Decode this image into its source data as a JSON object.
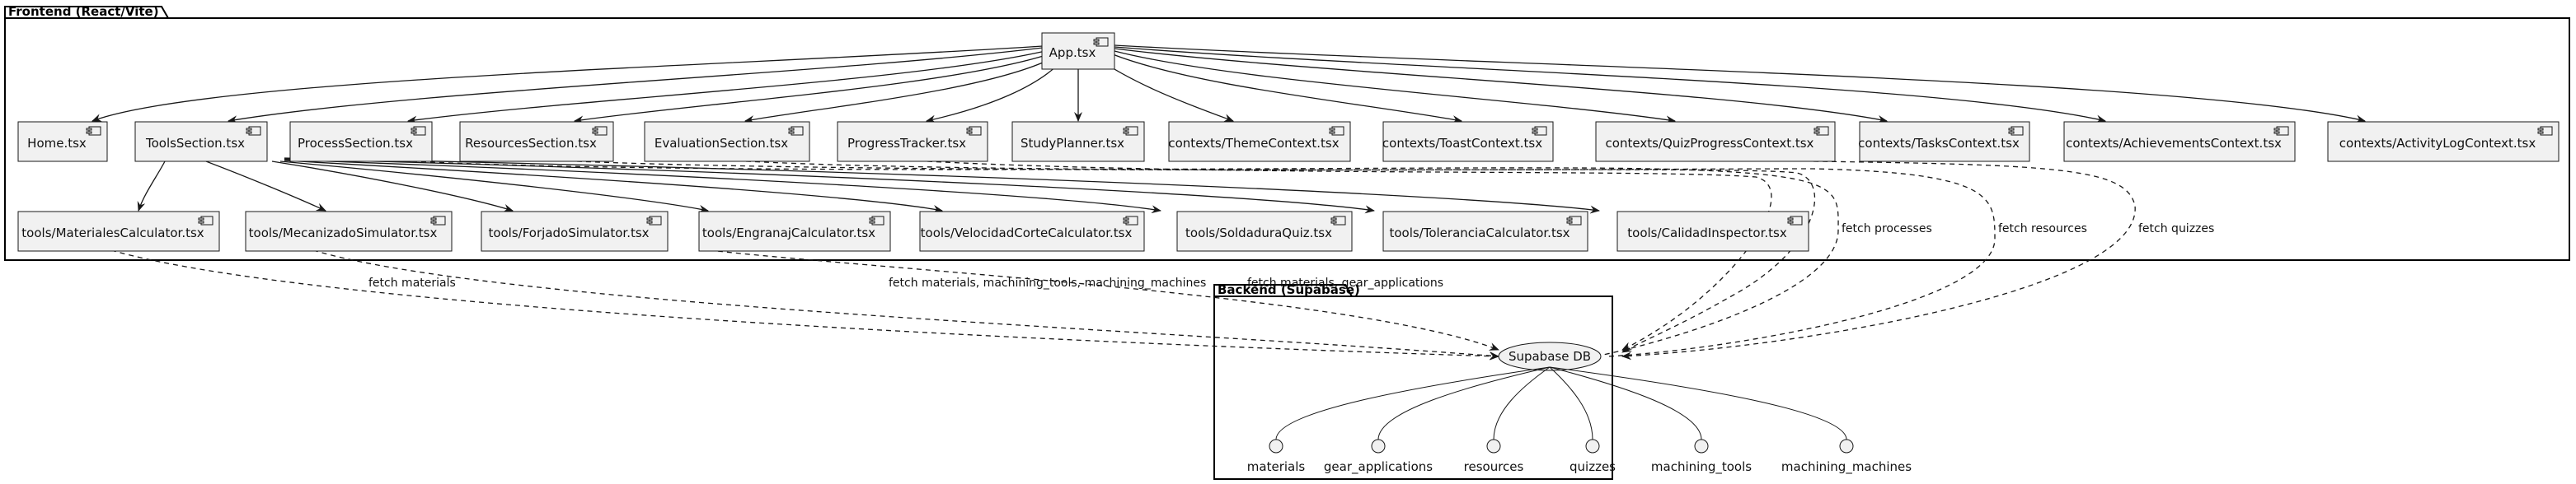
{
  "packages": {
    "frontend": "Frontend (React/Vite)",
    "backend": "Backend (Supabase)"
  },
  "components": {
    "app": "App.tsx",
    "home": "Home.tsx",
    "tools_section": "ToolsSection.tsx",
    "process_section": "ProcessSection.tsx",
    "resources_section": "ResourcesSection.tsx",
    "evaluation_section": "EvaluationSection.tsx",
    "progress_tracker": "ProgressTracker.tsx",
    "study_planner": "StudyPlanner.tsx",
    "theme_context": "contexts/ThemeContext.tsx",
    "toast_context": "contexts/ToastContext.tsx",
    "quiz_progress_context": "contexts/QuizProgressContext.tsx",
    "tasks_context": "contexts/TasksContext.tsx",
    "achievements_context": "contexts/AchievementsContext.tsx",
    "activity_log_context": "contexts/ActivityLogContext.tsx",
    "materiales_calc": "tools/MaterialesCalculator.tsx",
    "mecanizado_sim": "tools/MecanizadoSimulator.tsx",
    "forjado_sim": "tools/ForjadoSimulator.tsx",
    "engranaj_calc": "tools/EngranajCalculator.tsx",
    "velocidad_calc": "tools/VelocidadCorteCalculator.tsx",
    "soldadura_quiz": "tools/SoldaduraQuiz.tsx",
    "tolerancia_calc": "tools/ToleranciaCalculator.tsx",
    "calidad_inspector": "tools/CalidadInspector.tsx"
  },
  "database": {
    "name": "Supabase DB",
    "tables": [
      "materials",
      "gear_applications",
      "resources",
      "quizzes",
      "machining_tools",
      "machining_machines"
    ]
  },
  "edge_labels": {
    "fetch_processes": "fetch processes",
    "fetch_resources": "fetch resources",
    "fetch_quizzes": "fetch quizzes",
    "fetch_materials": "fetch materials",
    "fetch_machining": "fetch materials, machining_tools, machining_machines",
    "fetch_gear": "fetch materials, gear_applications"
  }
}
